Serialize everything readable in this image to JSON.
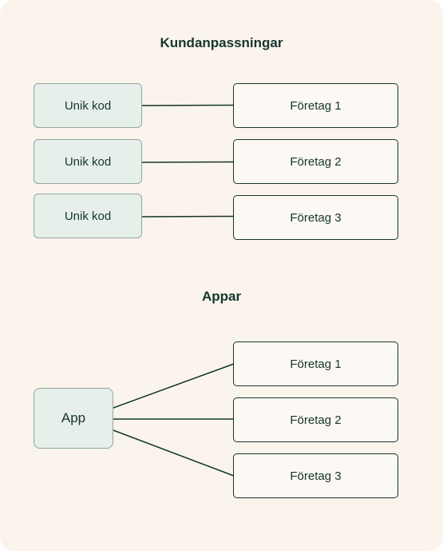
{
  "sections": {
    "custom": {
      "title": "Kundanpassningar",
      "rows": [
        {
          "code": "Unik kod",
          "company": "Företag 1"
        },
        {
          "code": "Unik kod",
          "company": "Företag 2"
        },
        {
          "code": "Unik kod",
          "company": "Företag 3"
        }
      ]
    },
    "apps": {
      "title": "Appar",
      "app_label": "App",
      "companies": [
        "Företag 1",
        "Företag 2",
        "Företag 3"
      ]
    }
  },
  "colors": {
    "background": "#faf4ec",
    "text": "#16352c",
    "code_fill": "#e6efea",
    "code_border": "#8fa89d",
    "company_border": "#16352c"
  }
}
